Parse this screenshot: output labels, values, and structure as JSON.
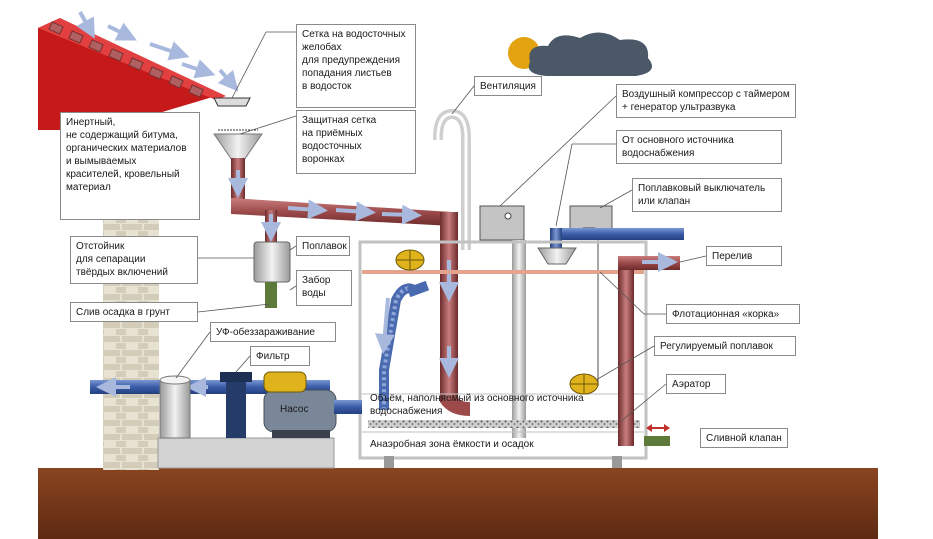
{
  "labels": {
    "gutter_mesh": "Сетка на водосточных\nжелобах\nдля предупреждения\nпопадания листьев\nв водосток",
    "funnel_mesh": "Защитная сетка\nна приёмных\nводосточных\nворонках",
    "roof_material": "Инертный,\nне содержащий битума,\nорганических материалов\nи вымываемых\nкрасителей, кровельный\nматериал",
    "ventilation": "Вентиляция",
    "compressor": "Воздушный компрессор с таймером\n+ генератор ультразвука",
    "main_supply": "От основного источника\nводоснабжения",
    "float_switch": "Поплавковый выключатель\nили клапан",
    "settler": "Отстойник\nдля сепарации\nтвёрдых включений",
    "float": "Поплавок",
    "intake": "Забор\nводы",
    "overflow": "Перелив",
    "sediment_drain": "Слив осадка в грунт",
    "flotation_crust": "Флотационная «корка»",
    "uv": "УФ-обеззараживание",
    "adjustable_float": "Регулируемый поплавок",
    "filter": "Фильтр",
    "aerator": "Аэратор",
    "pump": "Насос",
    "fill_volume": "Объём, наполняемый из основного источника\nводоснабжения",
    "drain_valve": "Сливной клапан",
    "anaerobic_zone": "Анаэробная зона ёмкости и осадок"
  },
  "colors": {
    "pipe_red": "#9c4a4a",
    "pipe_blue": "#3a5ca8",
    "arrow": "#a9b9de",
    "roof": "#d12020",
    "brick": "#ded8c7",
    "ground": "#7a3b1b",
    "crust": "#e3a48e"
  }
}
